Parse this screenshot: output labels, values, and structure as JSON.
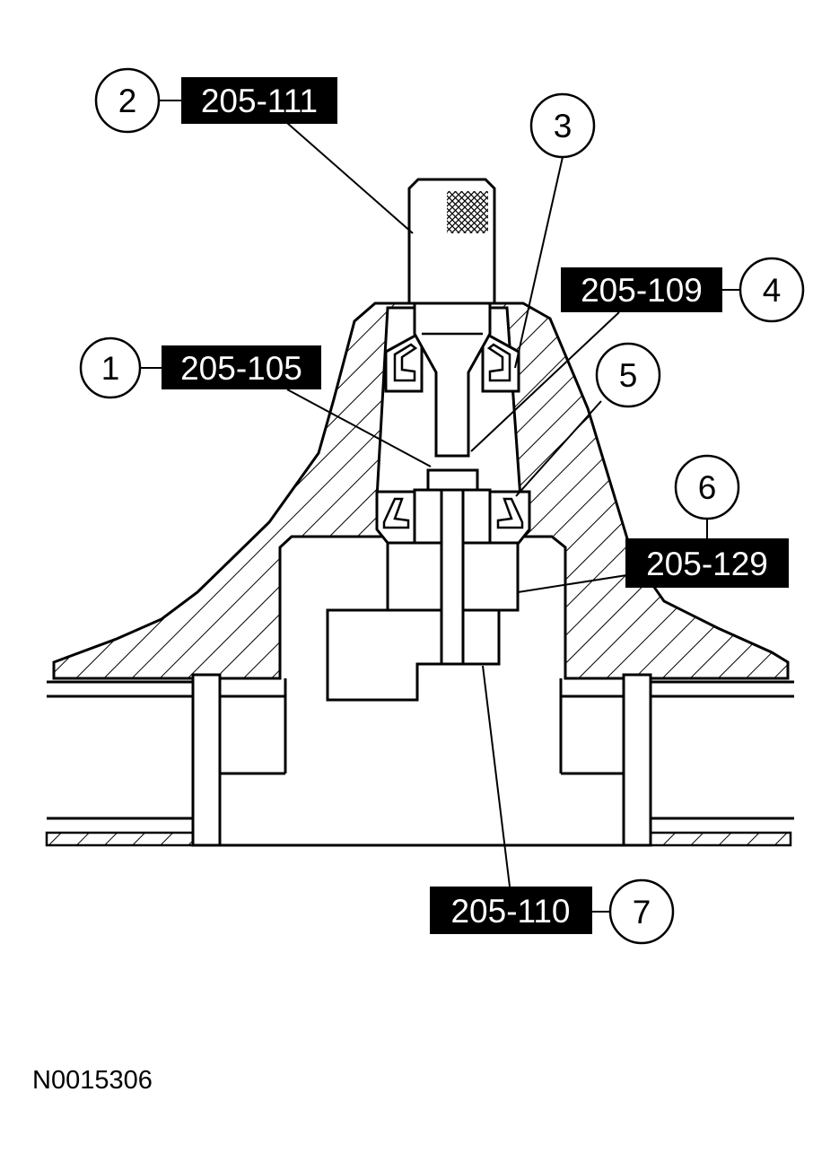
{
  "callouts": [
    {
      "number": "1",
      "tool": "205-105"
    },
    {
      "number": "2",
      "tool": "205-111"
    },
    {
      "number": "3"
    },
    {
      "number": "4",
      "tool": "205-109"
    },
    {
      "number": "5"
    },
    {
      "number": "6",
      "tool": "205-129"
    },
    {
      "number": "7",
      "tool": "205-110"
    }
  ],
  "figure_id": "N0015306"
}
